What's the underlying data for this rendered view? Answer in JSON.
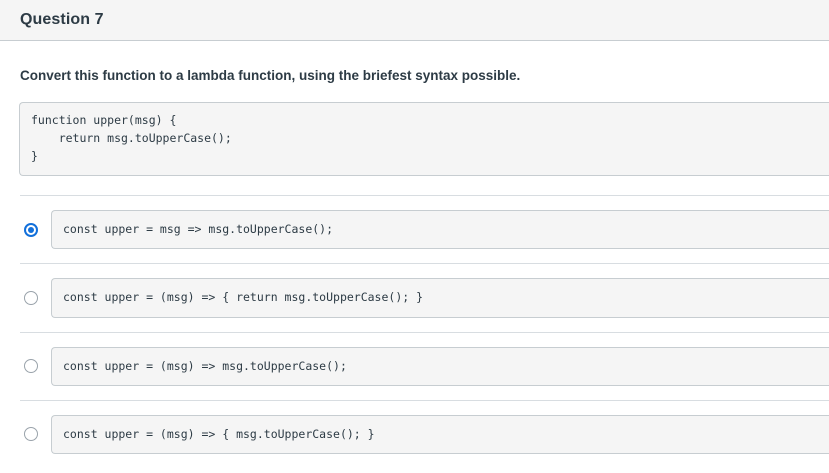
{
  "header": {
    "title": "Question 7"
  },
  "question": {
    "prompt": "Convert this function to a lambda function, using the briefest syntax possible.",
    "code": "function upper(msg) {\n    return msg.toUpperCase();\n}"
  },
  "answers": [
    {
      "code": "const upper = msg => msg.toUpperCase();",
      "selected": true
    },
    {
      "code": "const upper = (msg) => { return msg.toUpperCase(); }",
      "selected": false
    },
    {
      "code": "const upper = (msg) => msg.toUpperCase();",
      "selected": false
    },
    {
      "code": "const upper = (msg) => { msg.toUpperCase(); }",
      "selected": false
    }
  ],
  "colors": {
    "accent": "#1270db",
    "header_bg": "#f5f5f5",
    "border": "#c7cdd1",
    "text": "#2d3b45"
  }
}
